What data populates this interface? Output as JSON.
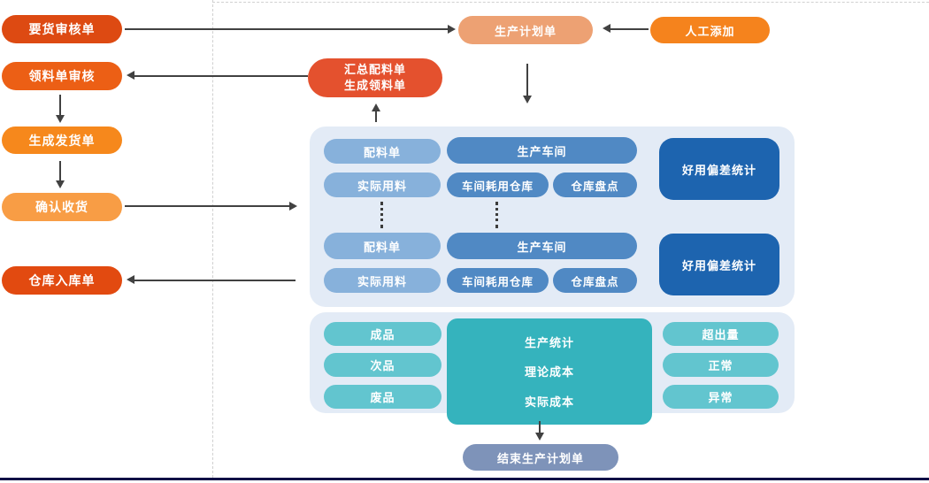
{
  "palette": {
    "node_request": "#dd4a12",
    "node_pick_audit": "#ec5f15",
    "node_delivery": "#f6881c",
    "node_confirm": "#f89d45",
    "node_warehouse_in": "#e24a10",
    "node_plan": "#eda173",
    "node_manual_add": "#f5831d",
    "node_summary": "#e4512e",
    "panel_bg": "#e3ebf6",
    "pill_light_blue": "#87b1db",
    "pill_mid_blue": "#5089c4",
    "box_dark_blue": "#1d64af",
    "pill_teal": "#62c5cf",
    "box_teal": "#35b3bd",
    "node_end": "#7e93b9",
    "arrow": "#414141",
    "dashed_guide": "#d0d0d0",
    "bottom_bar": "#101046"
  },
  "left_flow": {
    "items": [
      {
        "label": "要货审核单"
      },
      {
        "label": "领料单审核"
      },
      {
        "label": "生成发货单"
      },
      {
        "label": "确认收货"
      },
      {
        "label": "仓库入库单"
      }
    ]
  },
  "top_flow": {
    "plan": "生产计划单",
    "manual_add": "人工添加",
    "summary_line1": "汇总配料单",
    "summary_line2": "生成领料单"
  },
  "workshop_panel": {
    "groups": [
      {
        "bom": "配料单",
        "workshop": "生产车间",
        "actual_usage": "实际用料",
        "workshop_store": "车间耗用仓库",
        "stock_check": "仓库盘点",
        "deviation": "好用偏差统计"
      },
      {
        "bom": "配料单",
        "workshop": "生产车间",
        "actual_usage": "实际用料",
        "workshop_store": "车间耗用仓库",
        "stock_check": "仓库盘点",
        "deviation": "好用偏差统计"
      }
    ]
  },
  "stats_panel": {
    "left": [
      "成品",
      "次品",
      "废品"
    ],
    "center": [
      "生产统计",
      "理论成本",
      "实际成本"
    ],
    "right": [
      "超出量",
      "正常",
      "异常"
    ]
  },
  "end_node": {
    "label": "结束生产计划单"
  }
}
